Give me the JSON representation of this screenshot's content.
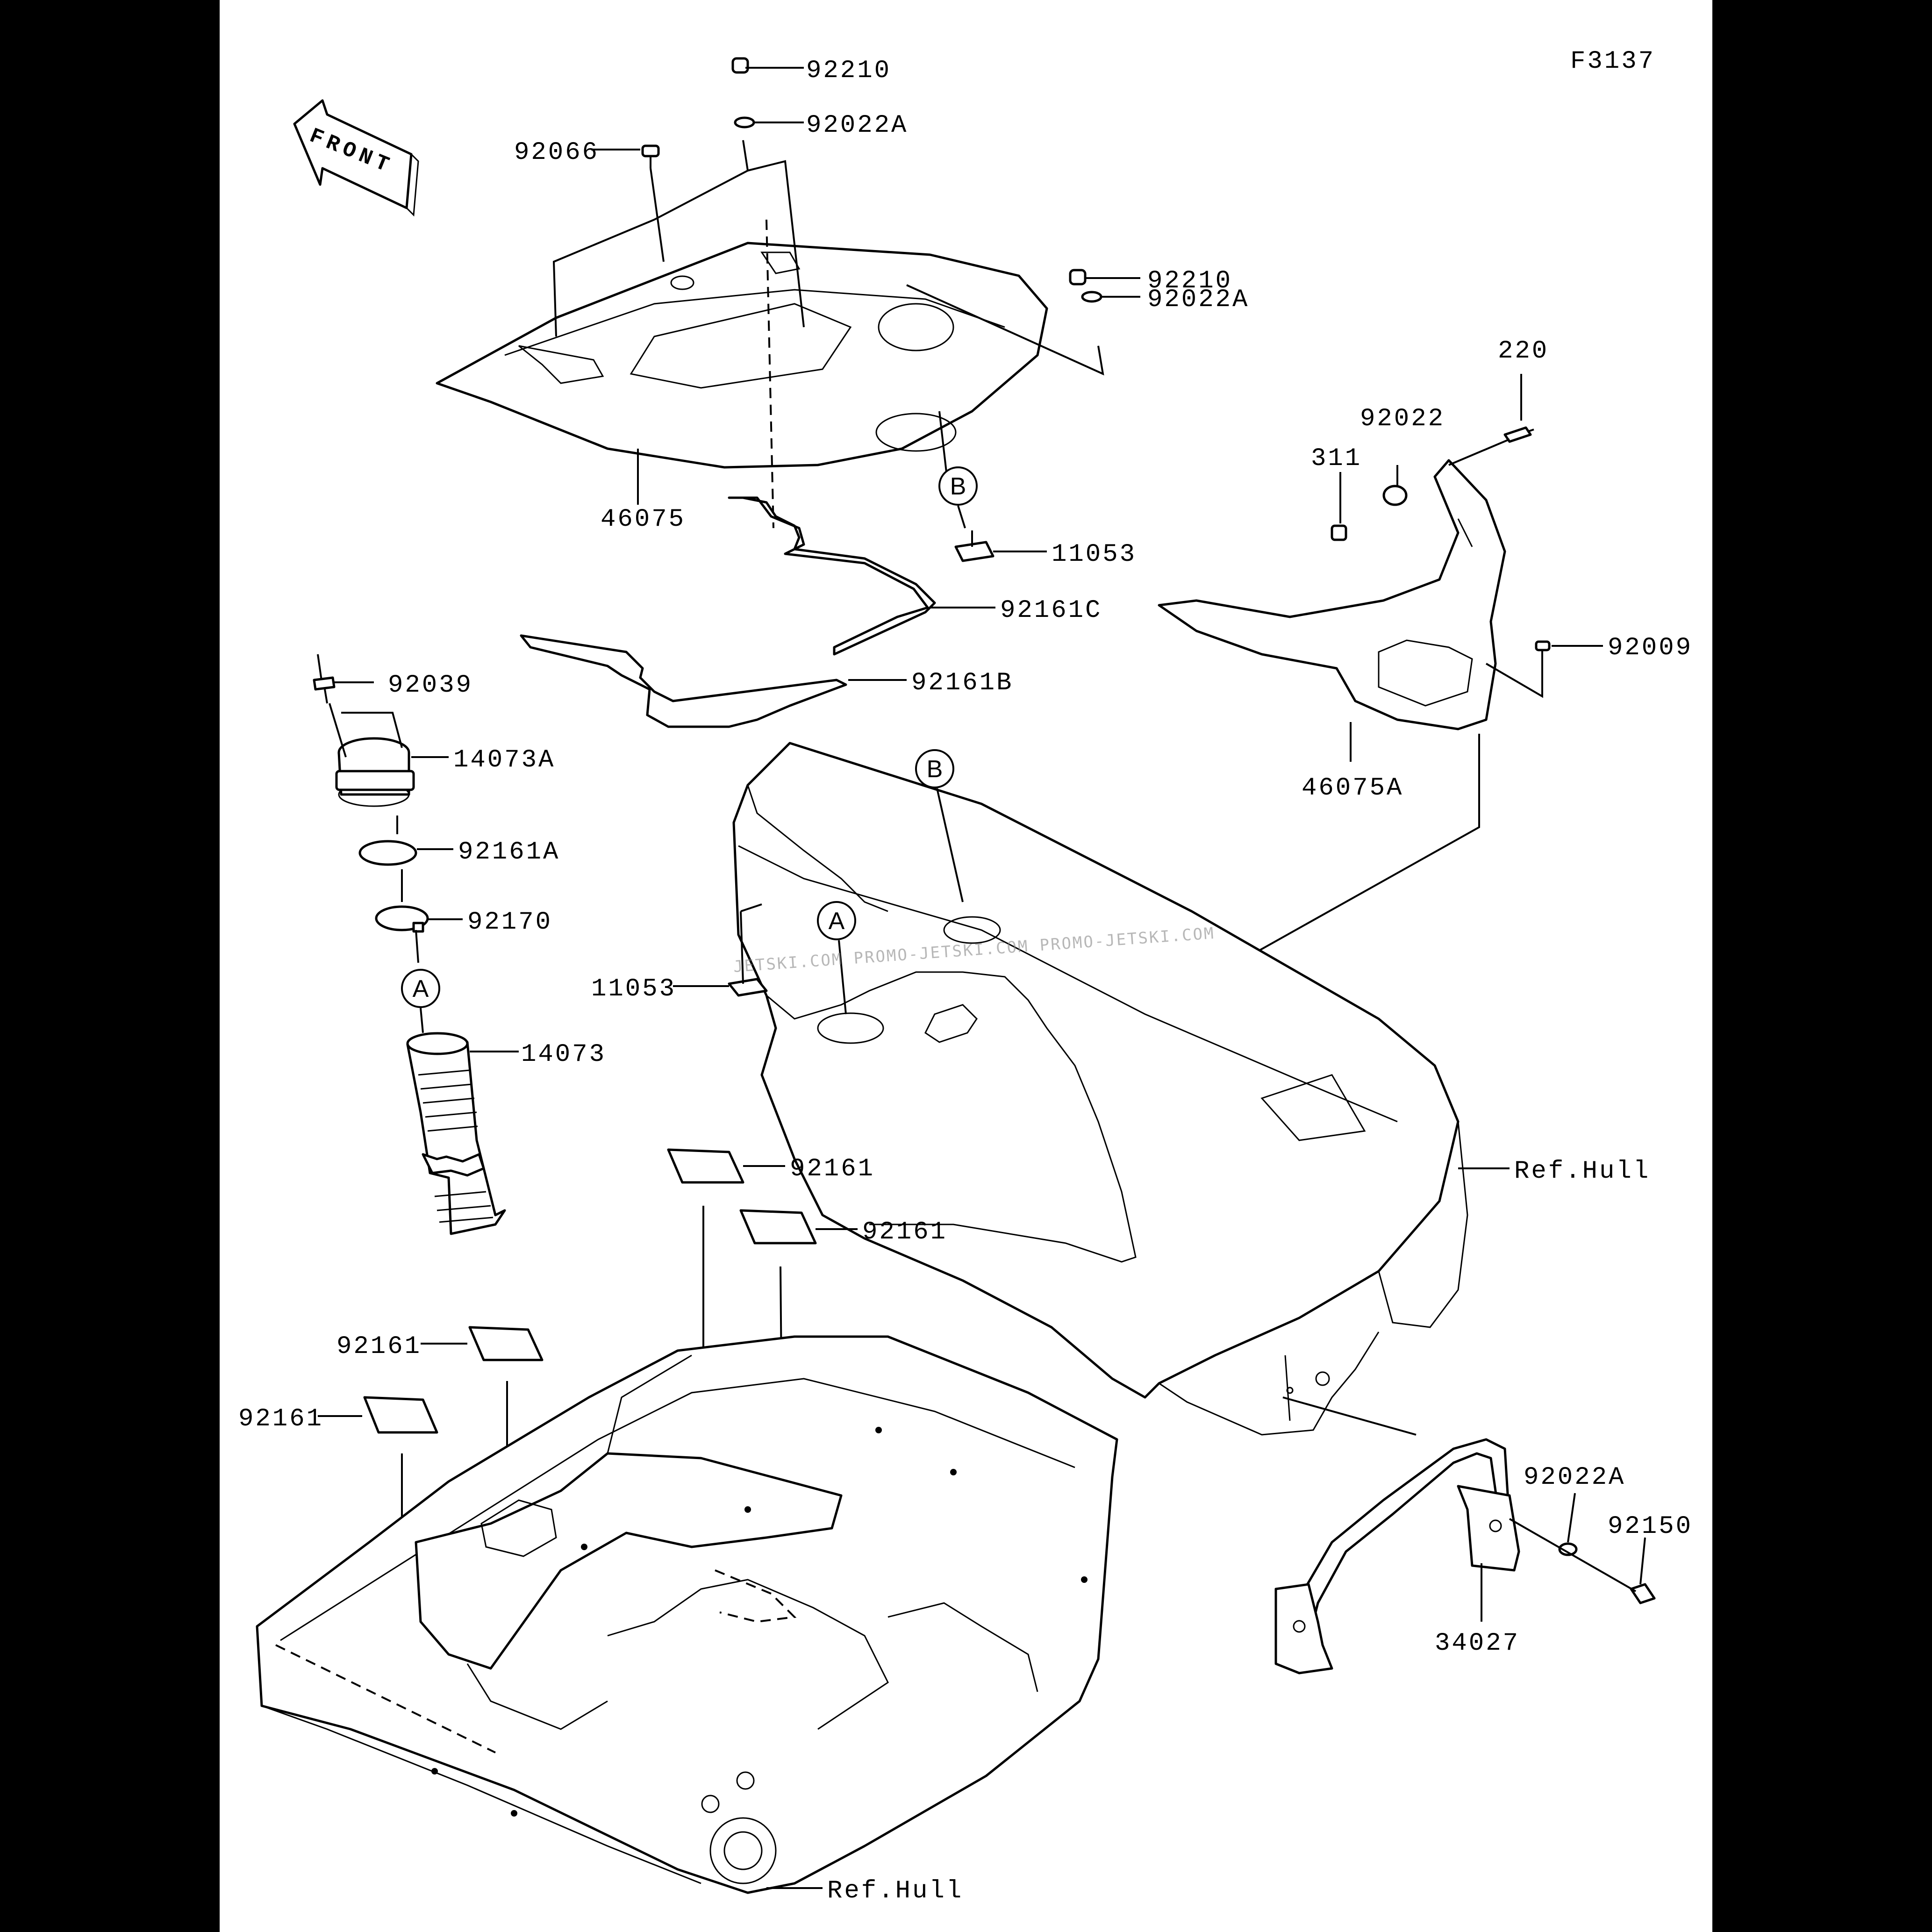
{
  "diagram_id": "F3137",
  "front_label": "FRONT",
  "watermark": "JETSKI.COM   PROMO-JETSKI.COM   PROMO-JETSKI.COM",
  "labels": {
    "p92210_top": "92210",
    "p92022A_top": "92022A",
    "p92066": "92066",
    "p92210_mid": "92210",
    "p92022A_mid": "92022A",
    "p220": "220",
    "p92022": "92022",
    "p311": "311",
    "p46075": "46075",
    "p11053_top": "11053",
    "p92161C": "92161C",
    "p92009": "92009",
    "p92039": "92039",
    "p92161B": "92161B",
    "p46075A": "46075A",
    "p14073A": "14073A",
    "p92161A": "92161A",
    "p92170": "92170",
    "p11053_mid": "11053",
    "p14073": "14073",
    "p92161_a": "92161",
    "p92161_b": "92161",
    "p92161_c": "92161",
    "p92161_d": "92161",
    "ref_hull_right": "Ref.Hull",
    "ref_hull_bottom": "Ref.Hull",
    "p92022A_low": "92022A",
    "p92150": "92150",
    "p34027": "34027"
  },
  "callouts": {
    "b_upper": "B",
    "b_lower": "B",
    "a_left": "A",
    "a_hull": "A"
  }
}
